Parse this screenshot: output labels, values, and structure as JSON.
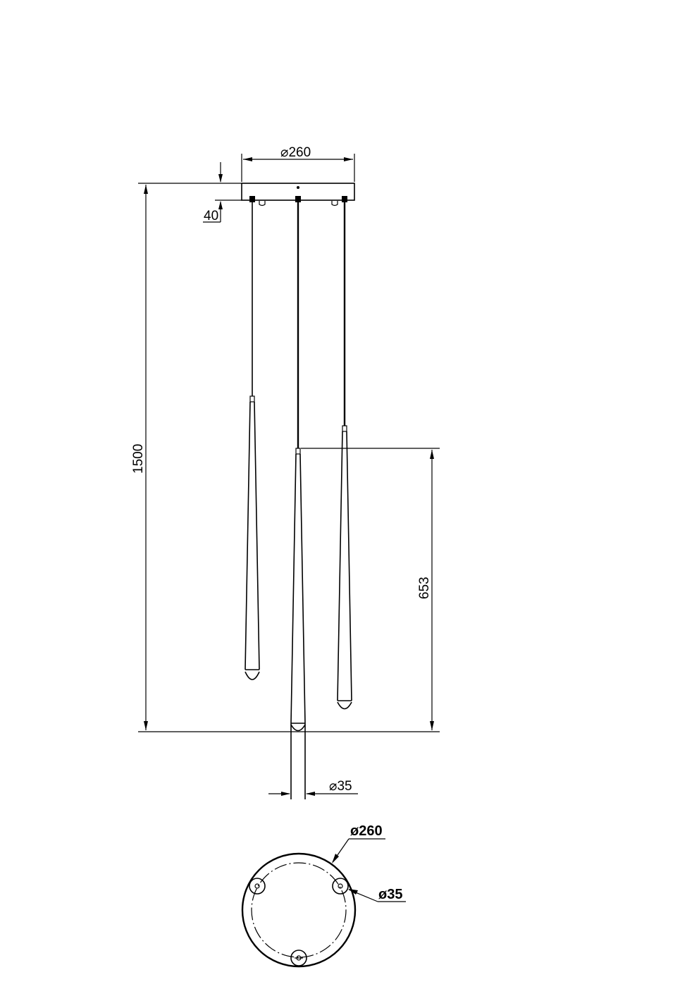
{
  "drawing": {
    "title": "Pendant lamp technical drawing",
    "colors": {
      "line": "#000000",
      "background": "#ffffff"
    },
    "side_view": {
      "canopy_diameter_label": "⌀260",
      "canopy_height_label": "40",
      "overall_height_label": "1500",
      "shade_length_label": "653",
      "shade_diameter_label": "⌀35",
      "pendant_count": 3
    },
    "top_view": {
      "canopy_diameter_label": "ø260",
      "hole_diameter_label": "ø35",
      "hole_count": 3
    }
  }
}
